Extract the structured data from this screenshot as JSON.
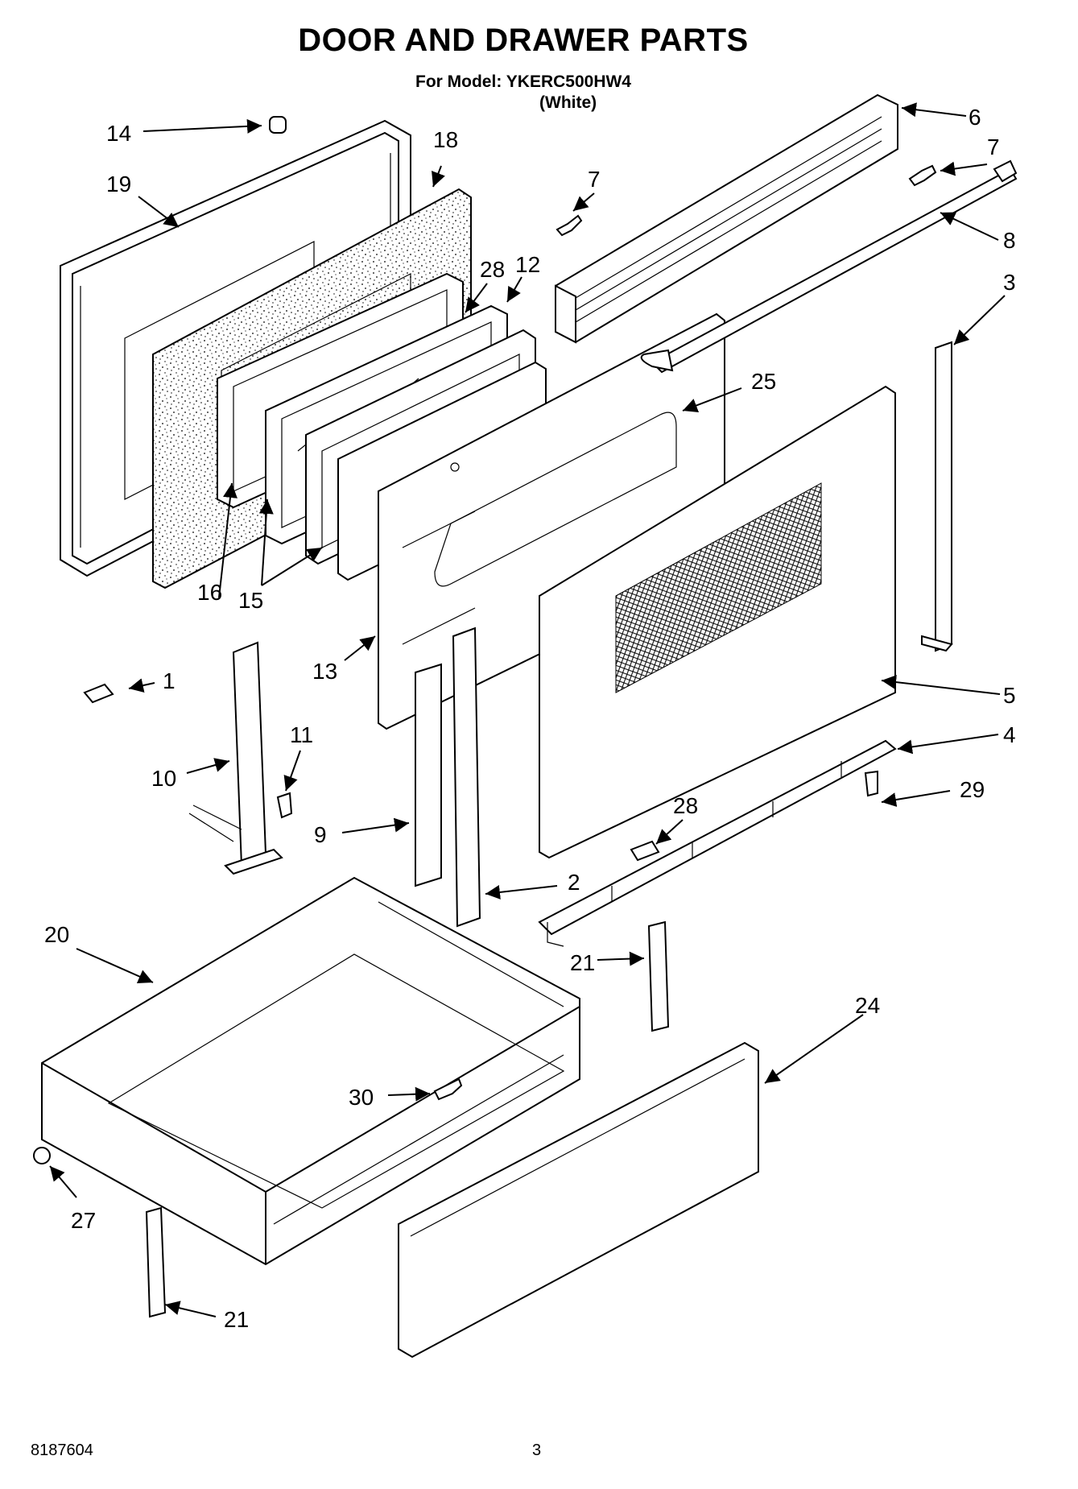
{
  "header": {
    "title": "DOOR AND DRAWER PARTS",
    "model_line": "For Model: YKERC500HW4",
    "color_line": "(White)"
  },
  "footer": {
    "doc_number": "8187604",
    "page_number": "3"
  },
  "callouts": {
    "c1": "1",
    "c2": "2",
    "c3": "3",
    "c4": "4",
    "c5": "5",
    "c6": "6",
    "c7a": "7",
    "c7b": "7",
    "c8": "8",
    "c9": "9",
    "c10": "10",
    "c11": "11",
    "c12": "12",
    "c13": "13",
    "c14": "14",
    "c15": "15",
    "c16": "16",
    "c18": "18",
    "c19": "19",
    "c20": "20",
    "c21a": "21",
    "c21b": "21",
    "c24": "24",
    "c25": "25",
    "c27": "27",
    "c28a": "28",
    "c28b": "28",
    "c29": "29",
    "c30": "30"
  }
}
